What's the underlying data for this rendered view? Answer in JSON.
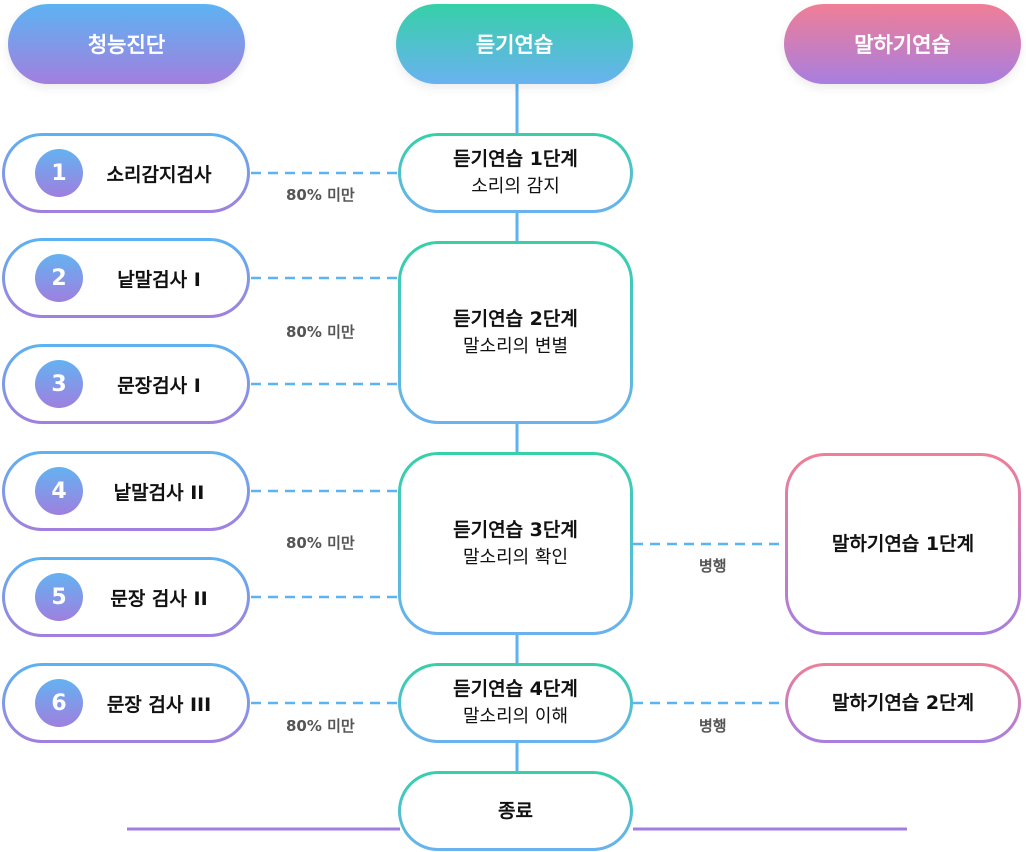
{
  "columns": {
    "hearing": "청능진단",
    "listening": "듣기연습",
    "speaking": "말하기연습"
  },
  "tests": [
    {
      "num": "1",
      "label": "소리감지검사"
    },
    {
      "num": "2",
      "label": "낱말검사 I"
    },
    {
      "num": "3",
      "label": "문장검사 I"
    },
    {
      "num": "4",
      "label": "낱말검사 II"
    },
    {
      "num": "5",
      "label": "문장 검사 II"
    },
    {
      "num": "6",
      "label": "문장 검사 III"
    }
  ],
  "listening_stages": [
    {
      "title": "듣기연습 1단계",
      "subtitle": "소리의 감지"
    },
    {
      "title": "듣기연습 2단계",
      "subtitle": "말소리의 변별"
    },
    {
      "title": "듣기연습 3단계",
      "subtitle": "말소리의 확인"
    },
    {
      "title": "듣기연습 4단계",
      "subtitle": "말소리의 이해"
    }
  ],
  "speaking_stages": [
    {
      "title": "말하기연습 1단계"
    },
    {
      "title": "말하기연습 2단계"
    }
  ],
  "end": "종료",
  "notes": {
    "threshold": "80% 미만",
    "parallel": "병행"
  },
  "colors": {
    "hearing_gradient": [
      "#5cb3f2",
      "#a27fde"
    ],
    "listening_gradient": [
      "#35d0a8",
      "#6ab2f0"
    ],
    "speaking_gradient": [
      "#f07e96",
      "#a87ee0"
    ],
    "dashed_connector": "#5cb3f2"
  }
}
